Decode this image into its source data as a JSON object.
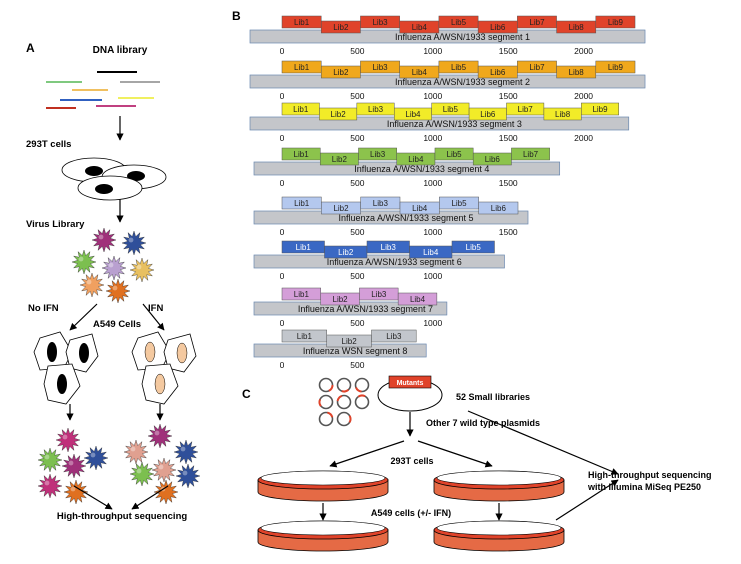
{
  "panel_a": {
    "label": "A",
    "dna_library": "DNA library",
    "cells_293t": "293T cells",
    "virus_library": "Virus Library",
    "no_ifn": "No IFN",
    "ifn": "IFN",
    "a549_cells": "A549 Cells",
    "hts": "High-throughput sequencing",
    "dna_colors": [
      "#000000",
      "#7fc97f",
      "#a6a6a6",
      "#f0c060",
      "#3060c0",
      "#f0f060",
      "#c04080",
      "#c03020"
    ],
    "virus_colors_library": [
      "#a0307a",
      "#2f4f9a",
      "#7cbf4f",
      "#b9a0d0",
      "#e8c060",
      "#e07020",
      "#f0a060"
    ],
    "virus_colors_noifn": [
      "#c0307a",
      "#7cbf4f",
      "#a0307a",
      "#2f4f9a",
      "#c0307a",
      "#e07020"
    ],
    "virus_colors_ifn": [
      "#a0307a",
      "#e0a090",
      "#2f4f9a",
      "#7cbf4f",
      "#e0a090",
      "#2f4f9a",
      "#e07020"
    ]
  },
  "panel_b": {
    "label": "B",
    "segments": [
      {
        "name": "Influenza A/WSN/1933 segment 1",
        "length": 2341,
        "color": "#e0432a",
        "libs": [
          "Lib1",
          "Lib2",
          "Lib3",
          "Lib4",
          "Lib5",
          "Lib6",
          "Lib7",
          "Lib8",
          "Lib9"
        ],
        "ticks": [
          "0",
          "500",
          "1000",
          "1500",
          "2000"
        ]
      },
      {
        "name": "Influenza A/WSN/1933 segment 2",
        "length": 2341,
        "color": "#f0a81c",
        "libs": [
          "Lib1",
          "Lib2",
          "Lib3",
          "Lib4",
          "Lib5",
          "Lib6",
          "Lib7",
          "Lib8",
          "Lib9"
        ],
        "ticks": [
          "0",
          "500",
          "1000",
          "1500",
          "2000"
        ]
      },
      {
        "name": "Influenza A/WSN/1933 segment 3",
        "length": 2233,
        "color": "#f2ec28",
        "libs": [
          "Lib1",
          "Lib2",
          "Lib3",
          "Lib4",
          "Lib5",
          "Lib6",
          "Lib7",
          "Lib8",
          "Lib9"
        ],
        "ticks": [
          "0",
          "500",
          "1000",
          "1500",
          "2000"
        ]
      },
      {
        "name": "Influenza A/WSN/1933 segment 4",
        "length": 1775,
        "color": "#8cc34c",
        "libs": [
          "Lib1",
          "Lib2",
          "Lib3",
          "Lib4",
          "Lib5",
          "Lib6",
          "Lib7"
        ],
        "ticks": [
          "0",
          "500",
          "1000",
          "1500"
        ]
      },
      {
        "name": "Influenza A/WSN/1933 segment 5",
        "length": 1565,
        "color": "#b4c8ee",
        "libs": [
          "Lib1",
          "Lib2",
          "Lib3",
          "Lib4",
          "Lib5",
          "Lib6"
        ],
        "ticks": [
          "0",
          "500",
          "1000",
          "1500"
        ]
      },
      {
        "name": "Influenza A/WSN/1933 segment 6",
        "length": 1409,
        "color": "#3a68c4",
        "libs": [
          "Lib1",
          "Lib2",
          "Lib3",
          "Lib4",
          "Lib5"
        ],
        "ticks": [
          "0",
          "500",
          "1000"
        ]
      },
      {
        "name": "Influenza A/WSN/1933 segment 7",
        "length": 1027,
        "color": "#d49ed8",
        "libs": [
          "Lib1",
          "Lib2",
          "Lib3",
          "Lib4"
        ],
        "ticks": [
          "0",
          "500",
          "1000"
        ]
      },
      {
        "name": "Influenza WSN segment 8",
        "length": 890,
        "color": "#c2c6cc",
        "libs": [
          "Lib1",
          "Lib2",
          "Lib3"
        ],
        "ticks": [
          "0",
          "500"
        ]
      }
    ]
  },
  "panel_c": {
    "label": "C",
    "mutants": "Mutants",
    "small_libraries": "52 Small libraries",
    "other_plasmids": "Other 7 wild type plasmids",
    "cells_293t": "293T cells",
    "a549": "A549 cells (+/- IFN)",
    "hts_line1": "High-throughput sequencing",
    "hts_line2": "with Illumina MiSeq PE250"
  }
}
